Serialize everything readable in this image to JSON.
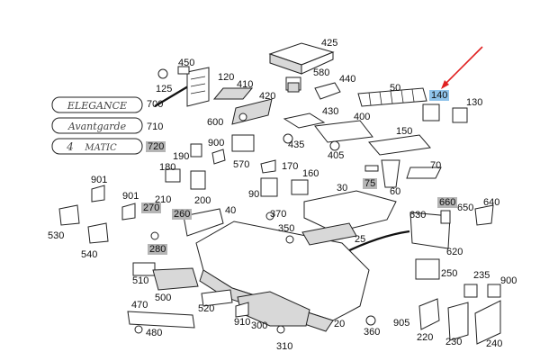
{
  "badges": {
    "elegance": "ELEGANCE",
    "avantgarde": "Avantgarde",
    "matic_4": "4",
    "matic_word": "MATIC"
  },
  "labels": {
    "l425": "425",
    "l450": "450",
    "l120": "120",
    "l125": "125",
    "l410": "410",
    "l420": "420",
    "l580": "580",
    "l440": "440",
    "l50": "50",
    "l140": "140",
    "l130": "130",
    "l700": "700",
    "l710": "710",
    "l720": "720",
    "l600": "600",
    "l430": "430",
    "l400": "400",
    "l900a": "900",
    "l435": "435",
    "l405": "405",
    "l150": "150",
    "l190": "190",
    "l570": "570",
    "l170": "170",
    "l180": "180",
    "l160": "160",
    "l70": "70",
    "l75": "75",
    "l60": "60",
    "l901a": "901",
    "l200": "200",
    "l90": "90",
    "l30": "30",
    "l901b": "901",
    "l270": "270",
    "l210": "210",
    "l260": "260",
    "l40": "40",
    "l370": "370",
    "l660": "660",
    "l640": "640",
    "l530": "530",
    "l630": "630",
    "l650": "650",
    "l350": "350",
    "l25": "25",
    "l540": "540",
    "l280": "280",
    "l620": "620",
    "l510": "510",
    "l250": "250",
    "l235": "235",
    "l900b": "900",
    "l500": "500",
    "l470": "470",
    "l520": "520",
    "l905": "905",
    "l910": "910",
    "l20": "20",
    "l300": "300",
    "l360": "360",
    "l220": "220",
    "l480": "480",
    "l310": "310",
    "l230": "230",
    "l240": "240"
  },
  "colors": {
    "highlight_gray": "#b5b5b5",
    "highlight_blue": "#8fc3ea",
    "arrow_red": "#e02020"
  }
}
